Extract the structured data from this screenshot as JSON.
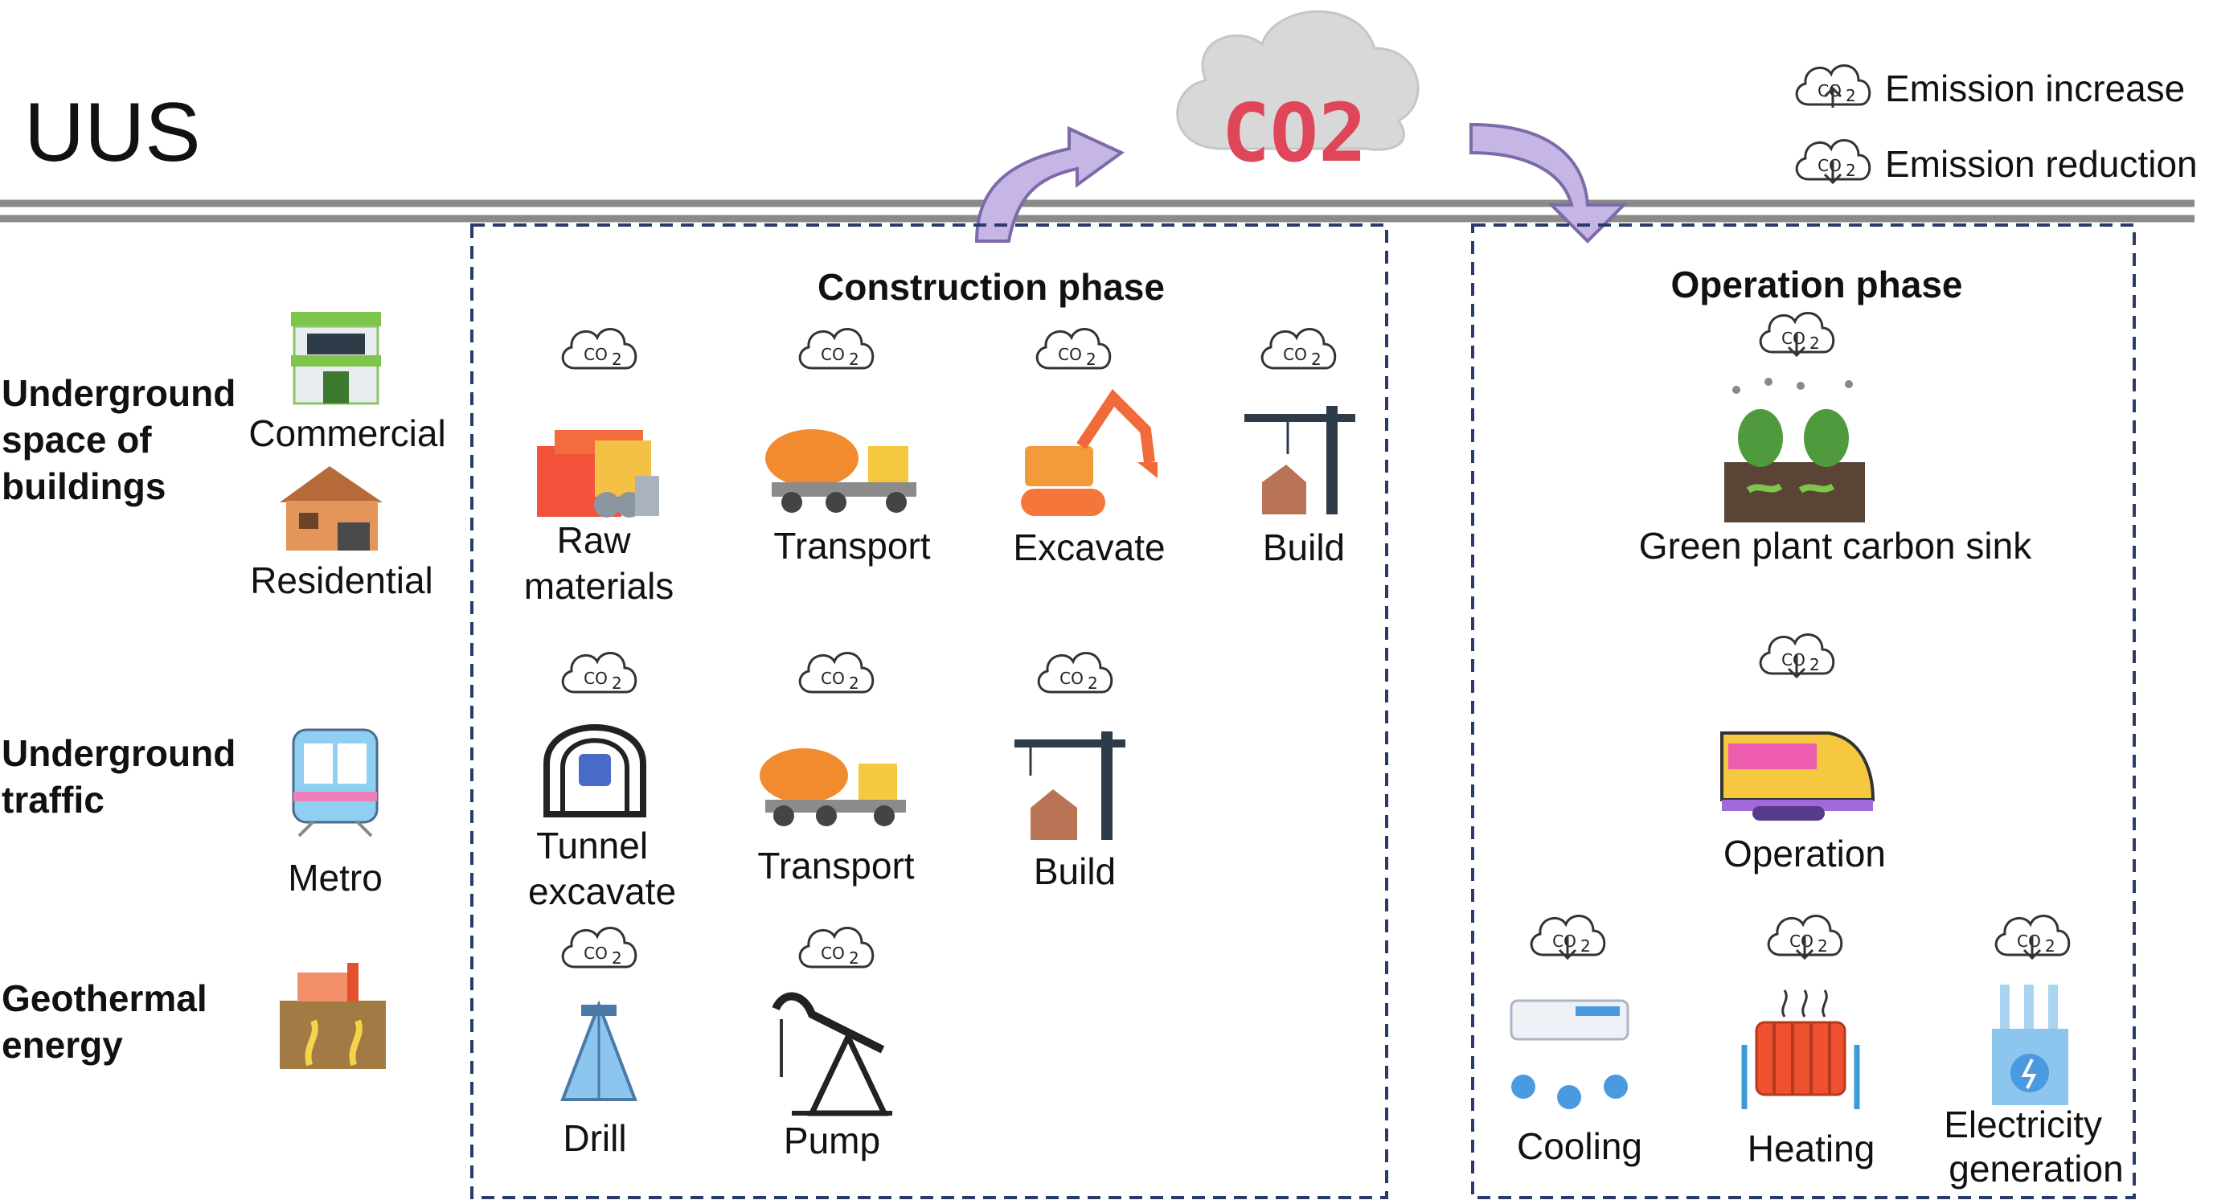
{
  "title": "UUS",
  "co2_label": "CO2",
  "legend": {
    "increase": "Emission increase",
    "reduction": "Emission reduction"
  },
  "categories": {
    "buildings": [
      "Underground",
      "space of",
      "buildings"
    ],
    "traffic": [
      "Underground",
      "traffic"
    ],
    "geothermal": [
      "Geothermal",
      "energy"
    ]
  },
  "types": {
    "commercial": "Commercial",
    "residential": "Residential",
    "metro": "Metro"
  },
  "construction": {
    "title": "Construction phase",
    "raw_materials": [
      "Raw",
      "materials"
    ],
    "transport": "Transport",
    "excavate": "Excavate",
    "build": "Build",
    "tunnel_excavate": [
      "Tunnel",
      "excavate"
    ],
    "drill": "Drill",
    "pump": "Pump"
  },
  "operation": {
    "title": "Operation phase",
    "green_plant": "Green plant carbon sink",
    "operation": "Operation",
    "cooling": "Cooling",
    "heating": "Heating",
    "electricity": [
      "Electricity",
      "generation"
    ]
  },
  "colors": {
    "arrow": "#c6b6e6",
    "arrow_stroke": "#7d6aa8",
    "co2_text": "#e0465a",
    "ground_line": "#8a8a8a",
    "box_border": "#2a3a6a"
  }
}
